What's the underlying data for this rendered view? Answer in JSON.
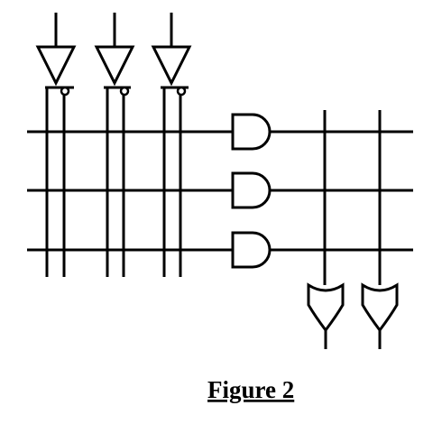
{
  "figure": {
    "caption": "Figure 2"
  },
  "colors": {
    "line": "#000000",
    "background": "#ffffff"
  },
  "diagram": {
    "type": "programmable-logic-array",
    "inputs": 3,
    "inverters": 3,
    "and_gates": 3,
    "or_gates": 2,
    "horizontal_product_lines": 3,
    "vertical_output_lines": 2
  }
}
